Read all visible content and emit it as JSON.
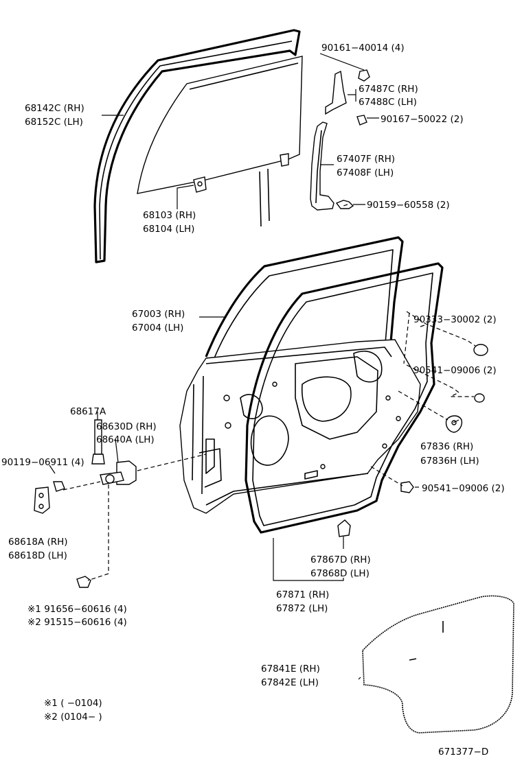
{
  "labels": {
    "l_90161": "90161−40014 (4)",
    "l_67487c": "67487C (RH)",
    "l_67488c": "67488C (LH)",
    "l_90167": "90167−50022 (2)",
    "l_68142c": "68142C (RH)",
    "l_68152c": "68152C (LH)",
    "l_67407f": "67407F (RH)",
    "l_67408f": "67408F (LH)",
    "l_90159": "90159−60558 (2)",
    "l_68103": "68103 (RH)",
    "l_68104": "68104 (LH)",
    "l_67003": "67003 (RH)",
    "l_67004": "67004 (LH)",
    "l_90333": "90333−30002 (2)",
    "l_90541a": "90541−09006 (2)",
    "l_68617a": "68617A",
    "l_68630d": "68630D (RH)",
    "l_68640a": "68640A (LH)",
    "l_90119": "90119−06911 (4)",
    "l_67836": "67836   (RH)",
    "l_67836h": "67836H (LH)",
    "l_90541b": "90541−09006 (2)",
    "l_68618a": "68618A (RH)",
    "l_68618d": "68618D (LH)",
    "l_67867d": "67867D (RH)",
    "l_67868d": "67868D (LH)",
    "l_67871": "67871 (RH)",
    "l_67872": "67872 (LH)",
    "l_n1": "※1  91656−60616 (4)",
    "l_n2": "※2  91515−60616 (4)",
    "l_67841e": "67841E (RH)",
    "l_67842e": "67842E (LH)",
    "l_note1": "※1  (        −0104)",
    "l_note2": "※2  (0104−        )",
    "l_code": "671377−D"
  }
}
